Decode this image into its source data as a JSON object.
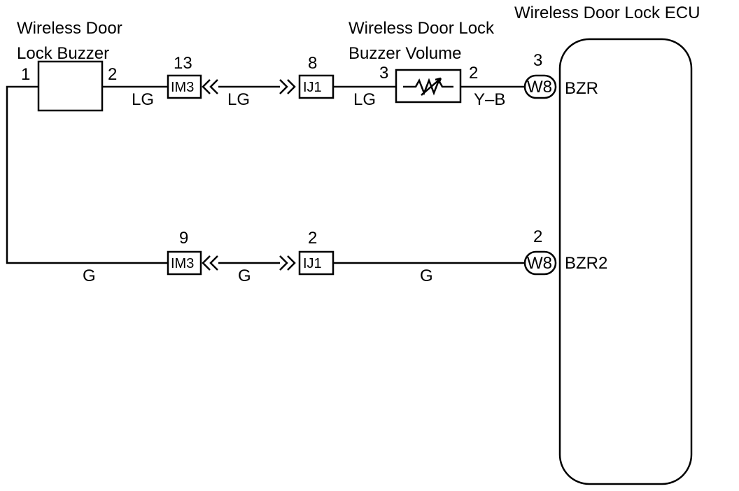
{
  "ecu": {
    "title": "Wireless Door Lock ECU"
  },
  "buzzer": {
    "title_line1": "Wireless Door",
    "title_line2": "Lock Buzzer",
    "pin_left": "1",
    "pin_right": "2"
  },
  "volume": {
    "title_line1": "Wireless Door Lock",
    "title_line2": "Buzzer Volume",
    "pin_left": "3",
    "pin_right": "2"
  },
  "top_circuit": {
    "im3_pin": "13",
    "im3_label": "IM3",
    "ij1_pin": "8",
    "ij1_label": "IJ1",
    "w8_pin": "3",
    "w8_label": "W8",
    "terminal": "BZR",
    "wire_1": "LG",
    "wire_2": "LG",
    "wire_3": "LG",
    "wire_4": "Y–B"
  },
  "bottom_circuit": {
    "im3_pin": "9",
    "im3_label": "IM3",
    "ij1_pin": "2",
    "ij1_label": "IJ1",
    "w8_pin": "2",
    "w8_label": "W8",
    "terminal": "BZR2",
    "wire_1": "G",
    "wire_2": "G",
    "wire_3": "G"
  }
}
